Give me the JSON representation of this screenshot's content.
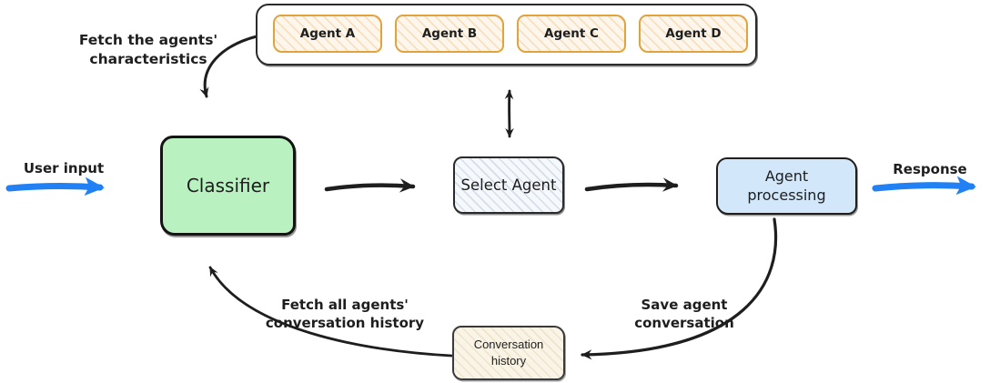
{
  "diagram": {
    "agents_panel": {
      "agents": [
        {
          "label": "Agent A"
        },
        {
          "label": "Agent B"
        },
        {
          "label": "Agent C"
        },
        {
          "label": "Agent D"
        }
      ]
    },
    "nodes": {
      "classifier": {
        "label": "Classifier"
      },
      "select_agent": {
        "label": "Select Agent"
      },
      "agent_processing": {
        "label": "Agent\nprocessing"
      },
      "conversation_history": {
        "label": "Conversation\nhistory"
      }
    },
    "annotations": {
      "fetch_characteristics": "Fetch the agents'\ncharacteristics",
      "user_input": "User input",
      "response": "Response",
      "fetch_history": "Fetch all agents'\nconversation history",
      "save_conversation": "Save agent\nconversation"
    },
    "colors": {
      "ink": "#1e1e1e",
      "flow_blue": "#2180f3",
      "classifier_fill": "#b9f1c1",
      "agent_processing_fill": "#d3e7fa",
      "agent_box_stroke": "#e2a33c",
      "conversation_history_fill": "#faf4e6"
    }
  }
}
